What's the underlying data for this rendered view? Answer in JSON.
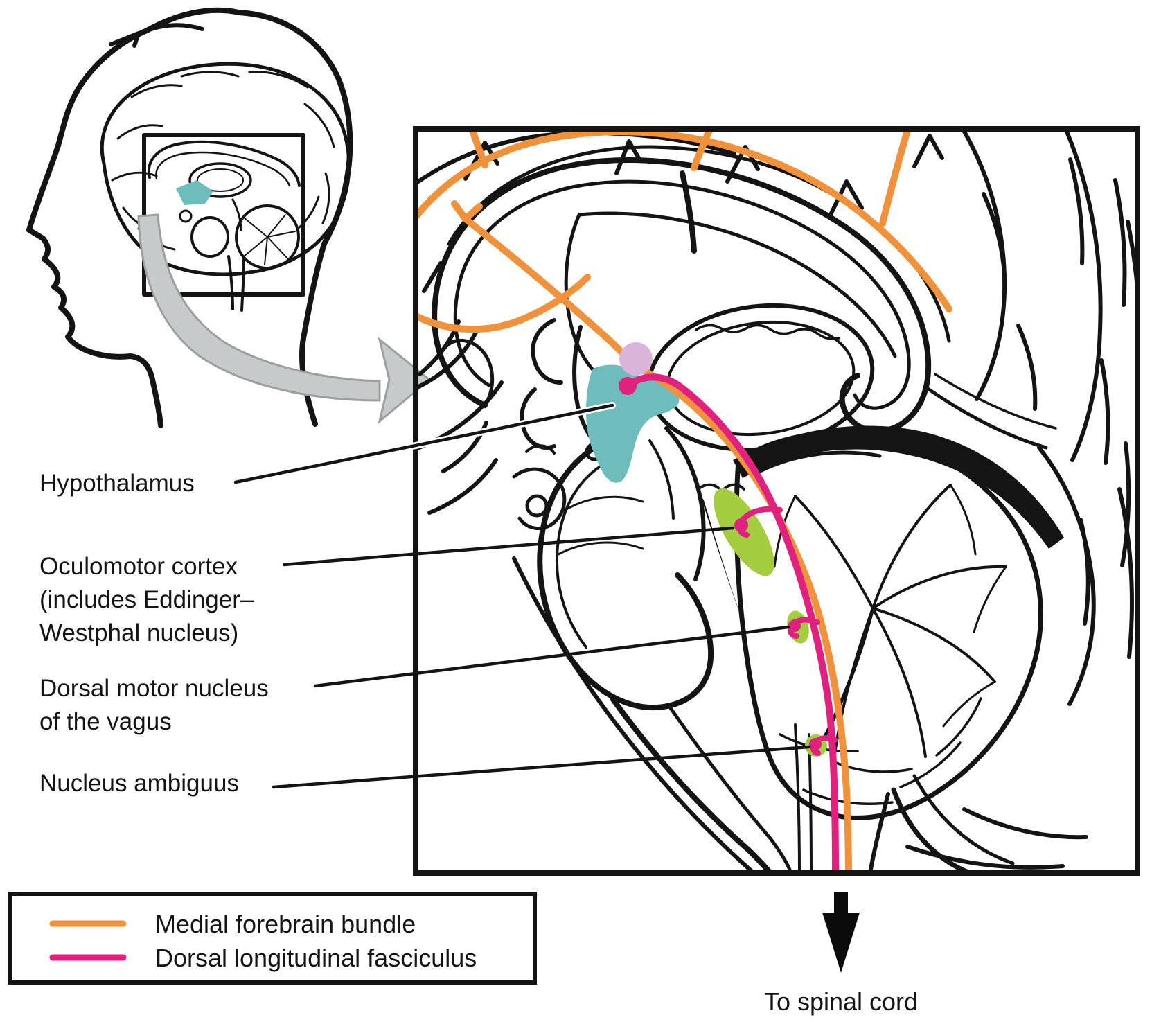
{
  "figure": {
    "title_none": "",
    "labels": {
      "hypothalamus": "Hypothalamus",
      "oculomotor": {
        "line1": "Oculomotor cortex",
        "line2": "(includes Eddinger–",
        "line3": "Westphal nucleus)"
      },
      "dorsal_motor": {
        "line1": "Dorsal motor nucleus",
        "line2": "of the vagus"
      },
      "nucleus_ambiguus": "Nucleus ambiguus",
      "to_spinal_cord": "To spinal cord"
    },
    "legend": {
      "items": [
        {
          "label": "Medial forebrain bundle",
          "color": "#F0913B"
        },
        {
          "label": "Dorsal longitudinal fasciculus",
          "color": "#E0217E"
        }
      ]
    },
    "colors": {
      "orange": "#F0913B",
      "pink": "#E0217E",
      "teal": "#6FBCBD",
      "lavender": "#D9B5DA",
      "green": "#A4CC3F",
      "gray_arrow_fill": "#C6CACB",
      "gray_arrow_edge": "#9B9FA0",
      "ink": "#141414"
    }
  }
}
